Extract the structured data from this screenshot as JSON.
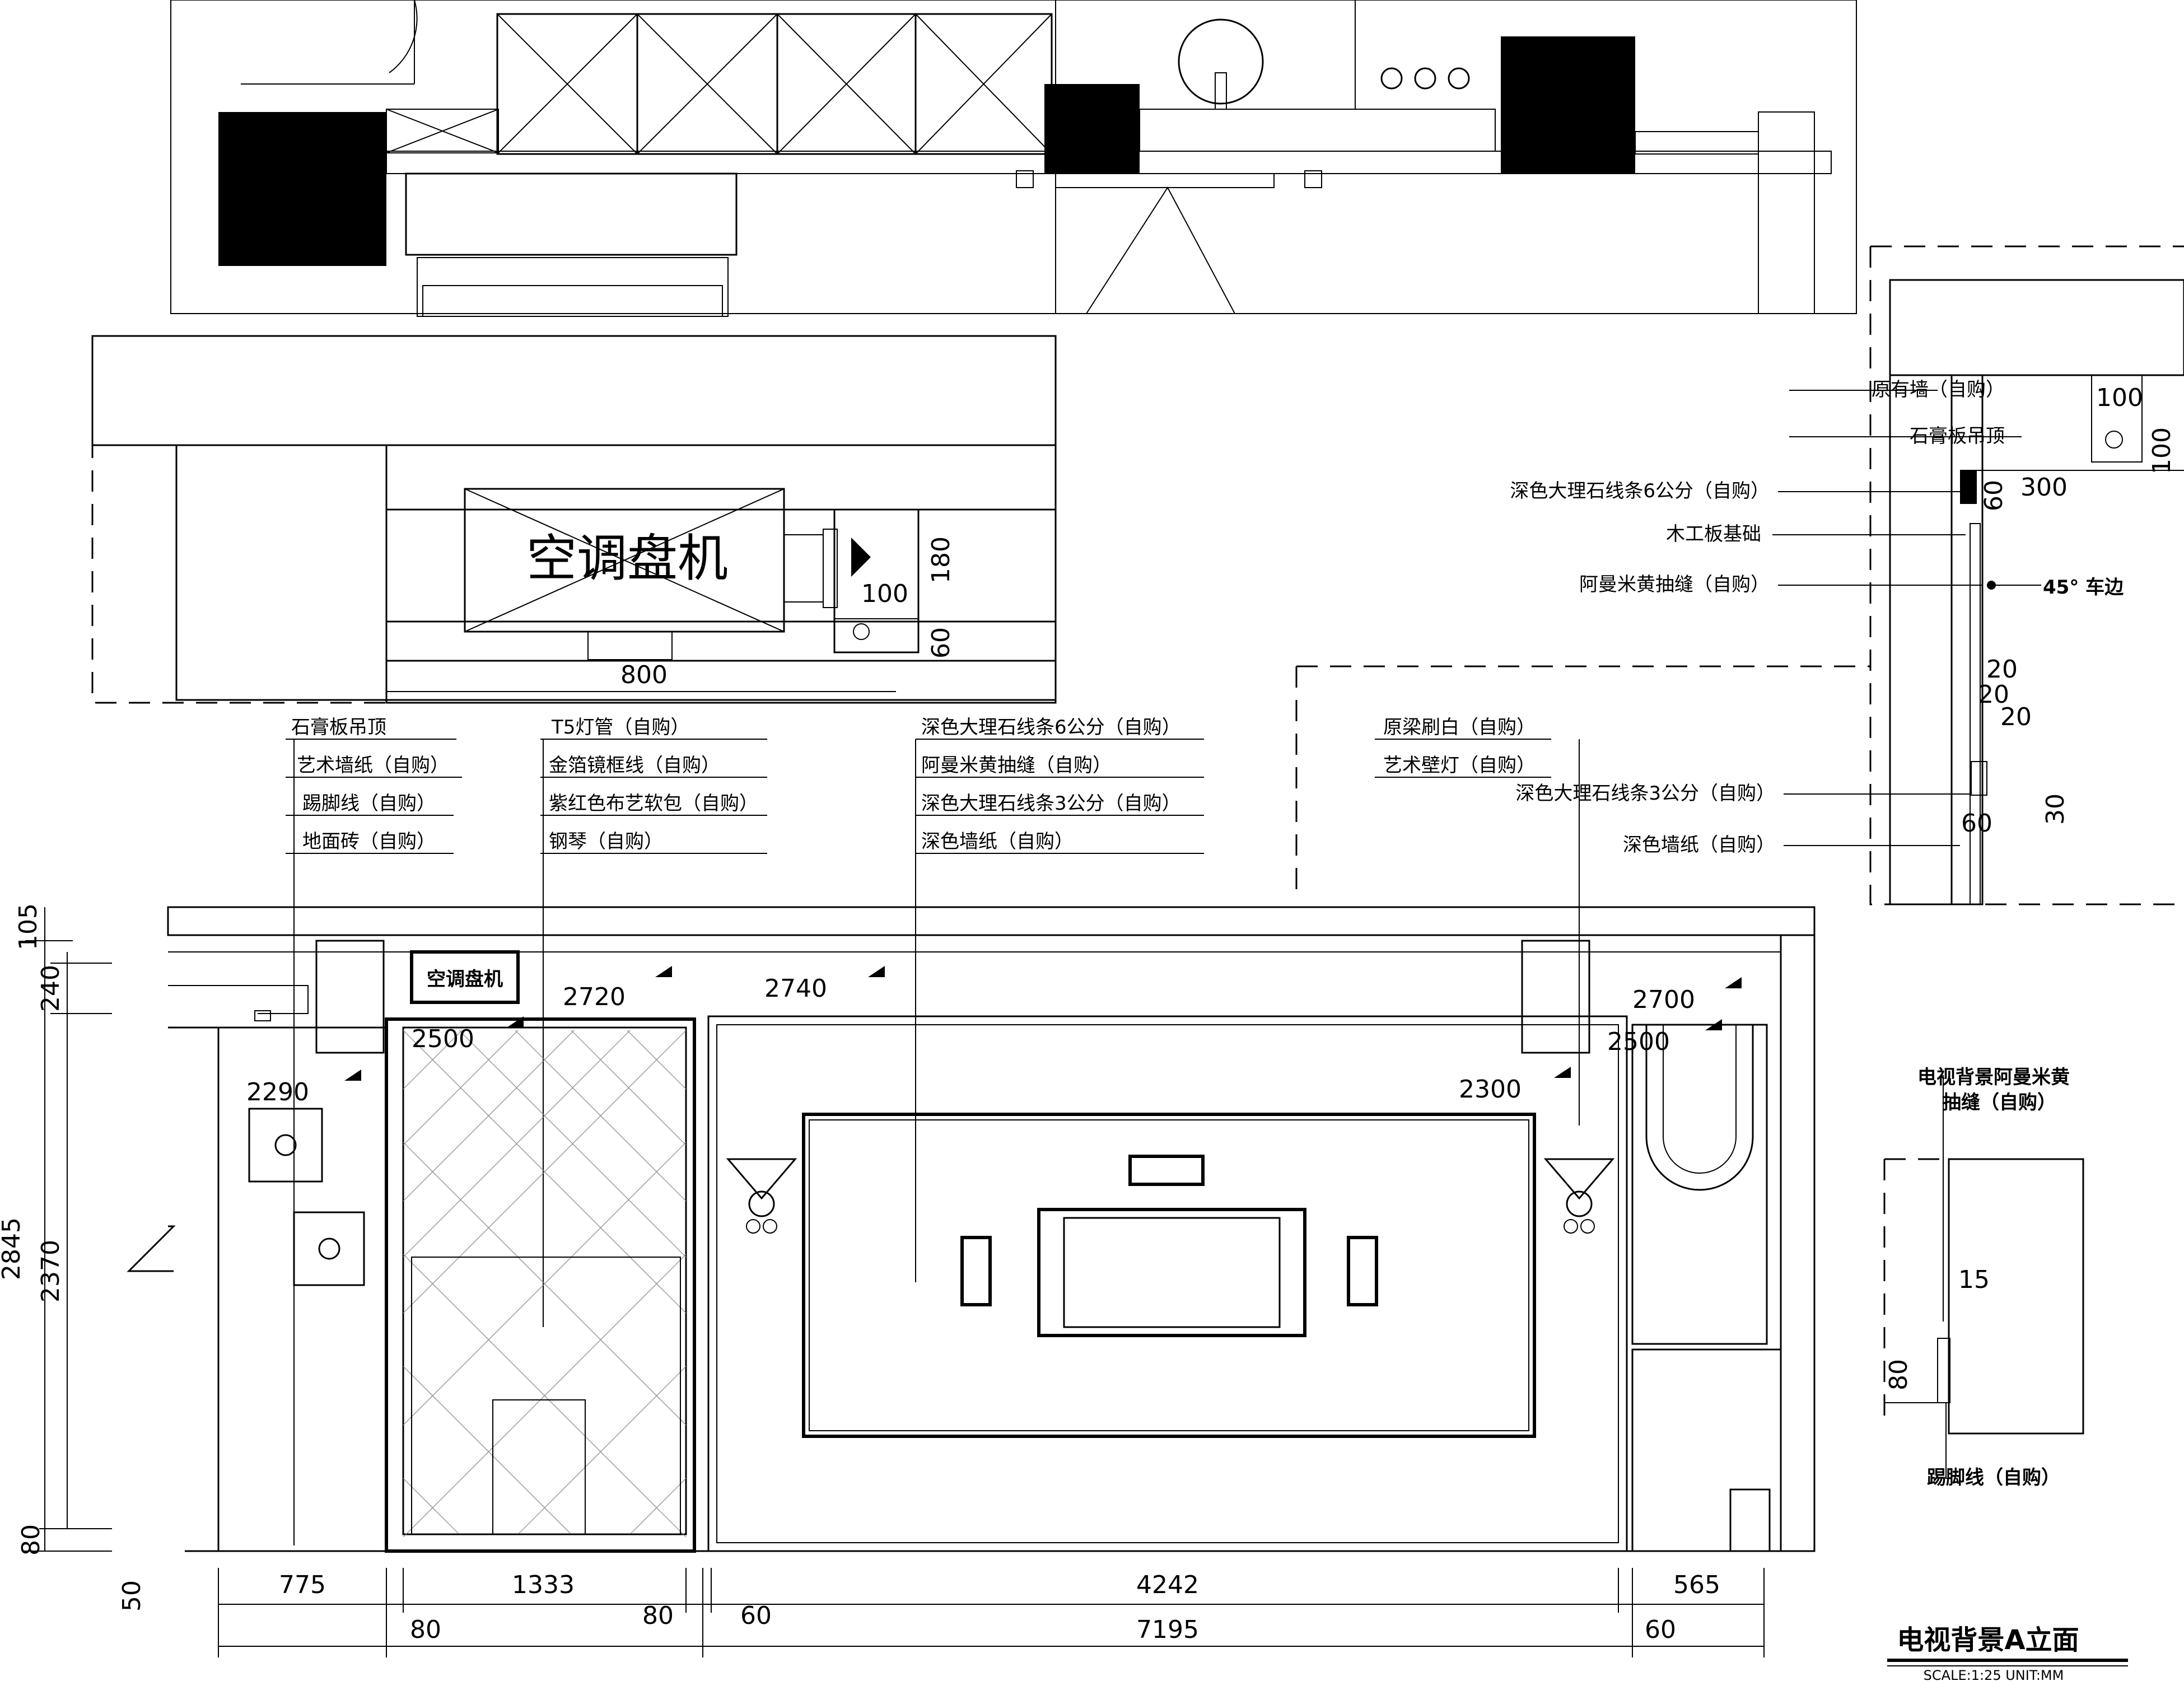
{
  "top_section": {
    "ac_unit_label": "空调盘机",
    "dims": {
      "d180": "180",
      "d100": "100",
      "d60": "60",
      "d800": "800"
    }
  },
  "callouts_left": [
    "石膏板吊顶",
    "艺术墙纸（自购）",
    "踢脚线（自购）",
    "地面砖（自购）"
  ],
  "callouts_mid1": [
    "T5灯管（自购）",
    "金箔镜框线（自购）",
    "紫红色布艺软包（自购）",
    "钢琴（自购）"
  ],
  "callouts_mid2": [
    "深色大理石线条6公分（自购）",
    "阿曼米黄抽缝（自购）",
    "深色大理石线条3公分（自购）",
    "深色墙纸（自购）"
  ],
  "callouts_right": [
    "原梁刷白（自购）",
    "艺术壁灯（自购）"
  ],
  "detail_right": {
    "labels": [
      "原有墙（自购）",
      "石膏板吊顶",
      "深色大理石线条6公分（自购）",
      "木工板基础",
      "阿曼米黄抽缝（自购）",
      "深色大理石线条3公分（自购）",
      "深色墙纸（自购）"
    ],
    "chamfer": "45° 车边",
    "dims": [
      "100",
      "100",
      "60",
      "300",
      "20",
      "20",
      "20",
      "60",
      "30"
    ]
  },
  "detail_small": {
    "title_line1": "电视背景阿曼米黄",
    "title_line2": "抽缝（自购）",
    "dims": [
      "15",
      "80"
    ],
    "bottom_label": "踢脚线（自购）"
  },
  "elevation": {
    "ac_label": "空调盘机",
    "levels": [
      "2720",
      "2740",
      "2500",
      "2290",
      "2300",
      "2700",
      "2500"
    ],
    "vertical_dims": [
      "105",
      "240",
      "2845",
      "2370",
      "80",
      "50"
    ],
    "horizontal_dims_top": [
      "775",
      "1333",
      "4242",
      "565"
    ],
    "horizontal_dims_bottom": [
      "80",
      "80",
      "60",
      "7195",
      "60"
    ]
  },
  "title_block": {
    "title": "电视背景A立面",
    "scale": "SCALE:1:25 UNIT:MM"
  }
}
